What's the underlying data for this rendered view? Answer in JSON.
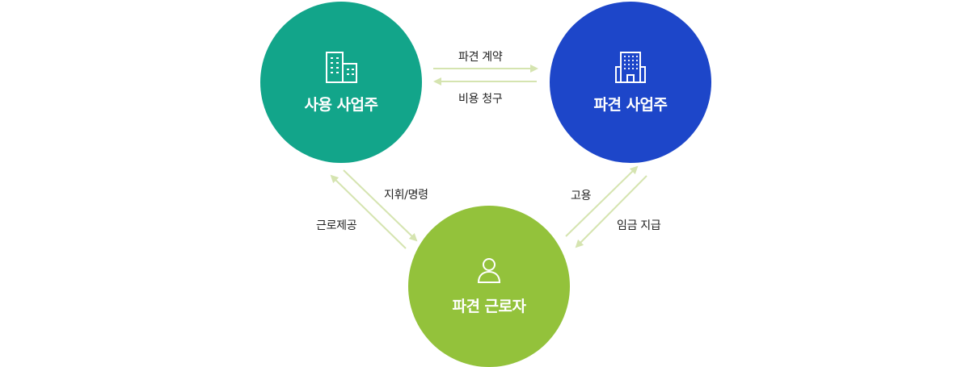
{
  "nodes": {
    "user_employer": {
      "label": "사용 사업주",
      "color": "#12a58a",
      "icon": "buildings-icon"
    },
    "dispatch_employer": {
      "label": "파견 사업주",
      "color": "#1d46c9",
      "icon": "office-building-icon"
    },
    "dispatched_worker": {
      "label": "파견 근로자",
      "color": "#93c23b",
      "icon": "person-icon"
    }
  },
  "edges": {
    "dispatch_contract": "파견 계약",
    "fee_request": "비용 청구",
    "direction_order": "지휘/명령",
    "labor_supply": "근로제공",
    "employment": "고용",
    "wage_payment": "임금 지급"
  },
  "arrow_color": "#d5e4b0"
}
